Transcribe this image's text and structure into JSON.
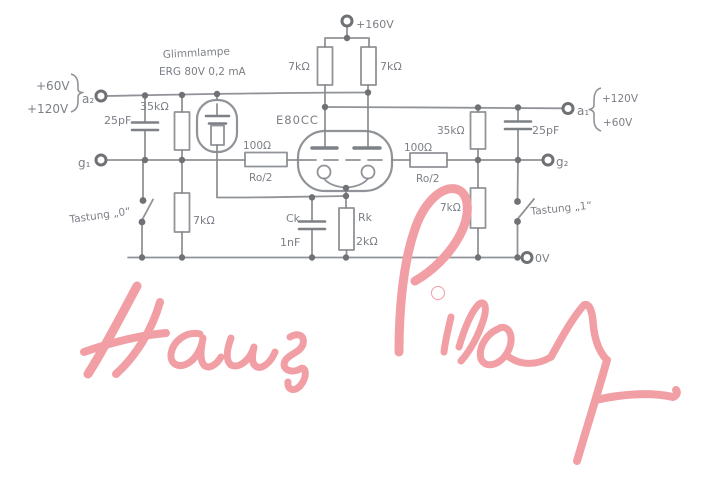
{
  "schematic": {
    "left": {
      "supply_top": "+60V",
      "supply_bottom": "+120V",
      "terminal_a2": "a₂",
      "terminal_g1": "g₁",
      "cap": "25pF",
      "res_35k": "35kΩ",
      "res_7k": "7kΩ",
      "switch_label": "Tastung „0“"
    },
    "glow_lamp": {
      "line1": "Glimmlampe",
      "line2": "ERG 80V  0,2 mA"
    },
    "top": {
      "supply": "+160V",
      "res_left": "7kΩ",
      "res_right": "7kΩ"
    },
    "tube": {
      "type": "E80CC"
    },
    "grid_resistors": {
      "left_val": "100Ω",
      "left_name": "Ro/2",
      "right_val": "100Ω",
      "right_name": "Ro/2"
    },
    "cathode": {
      "cap_name": "Ck",
      "cap_val": "1nF",
      "res_name": "Rk",
      "res_val": "2kΩ"
    },
    "right": {
      "res_35k": "35kΩ",
      "cap": "25pF",
      "res_7k": "7kΩ",
      "switch_label": "Tastung „1“",
      "terminal_a1": "a₁",
      "supply_top": "+120V",
      "supply_bottom": "+60V",
      "terminal_g2": "g₂",
      "ground": "0V"
    }
  },
  "signature": {
    "text": "Hans Piloty",
    "color": "#f19fa5"
  },
  "colors": {
    "pencil": "#84878c",
    "background": "#ffffff"
  }
}
